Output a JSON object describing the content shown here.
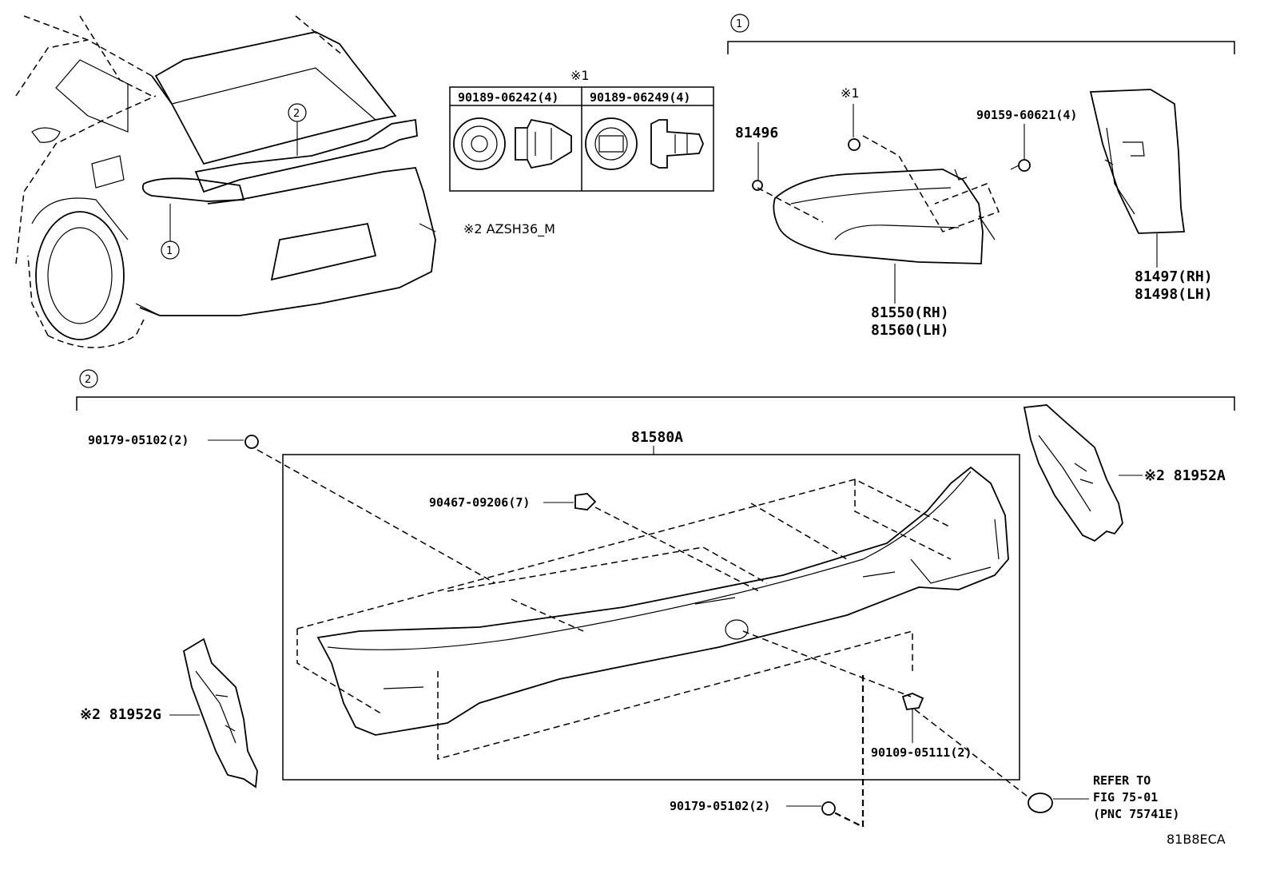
{
  "section_markers": {
    "one": "1",
    "two": "2"
  },
  "fastener_table": {
    "header_note": "※1",
    "col1_part": "90189-06242(4)",
    "col2_part": "90189-06249(4)"
  },
  "model_note": "※2 AZSH36_M",
  "group1": {
    "p81496": "81496",
    "note_star1": "※1",
    "p90159": "90159-60621(4)",
    "p81550": "81550(RH)",
    "p81560": "81560(LH)",
    "p81497": "81497(RH)",
    "p81498": "81498(LH)"
  },
  "group2": {
    "p81580A": "81580A",
    "p90179_top": "90179-05102(2)",
    "p90467": "90467-09206(7)",
    "p81952A": "※2 81952A",
    "p81952G": "※2 81952G",
    "p90109": "90109-05111(2)",
    "p90179_bottom": "90179-05102(2)",
    "refer_line1": "REFER TO",
    "refer_line2": "FIG 75-01",
    "refer_line3": "(PNC 75741E)"
  },
  "vehicle_callouts": {
    "c1": "1",
    "c2": "2"
  },
  "drawing_code": "81B8ECA"
}
